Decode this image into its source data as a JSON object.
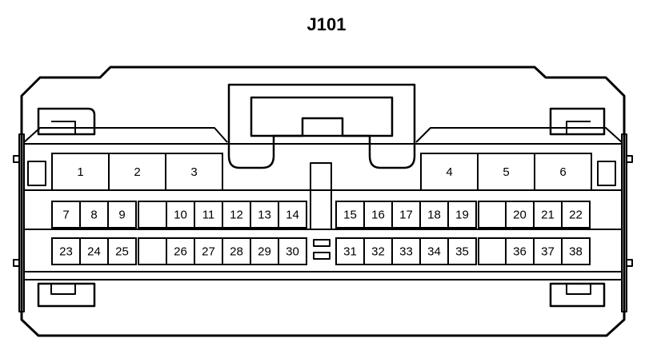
{
  "connector": {
    "title": "J101",
    "large_pins": [
      {
        "label": "1"
      },
      {
        "label": "2"
      },
      {
        "label": "3"
      },
      {
        "label": "4"
      },
      {
        "label": "5"
      },
      {
        "label": "6"
      }
    ],
    "row1_pins": [
      {
        "label": "7"
      },
      {
        "label": "8"
      },
      {
        "label": "9"
      },
      {
        "label": ""
      },
      {
        "label": "10"
      },
      {
        "label": "11"
      },
      {
        "label": "12"
      },
      {
        "label": "13"
      },
      {
        "label": "14"
      },
      {
        "label": "15"
      },
      {
        "label": "16"
      },
      {
        "label": "17"
      },
      {
        "label": "18"
      },
      {
        "label": "19"
      },
      {
        "label": ""
      },
      {
        "label": "20"
      },
      {
        "label": "21"
      },
      {
        "label": "22"
      }
    ],
    "row2_pins": [
      {
        "label": "23"
      },
      {
        "label": "24"
      },
      {
        "label": "25"
      },
      {
        "label": ""
      },
      {
        "label": "26"
      },
      {
        "label": "27"
      },
      {
        "label": "28"
      },
      {
        "label": "29"
      },
      {
        "label": "30"
      },
      {
        "label": "31"
      },
      {
        "label": "32"
      },
      {
        "label": "33"
      },
      {
        "label": "34"
      },
      {
        "label": "35"
      },
      {
        "label": ""
      },
      {
        "label": "36"
      },
      {
        "label": "37"
      },
      {
        "label": "38"
      }
    ]
  }
}
